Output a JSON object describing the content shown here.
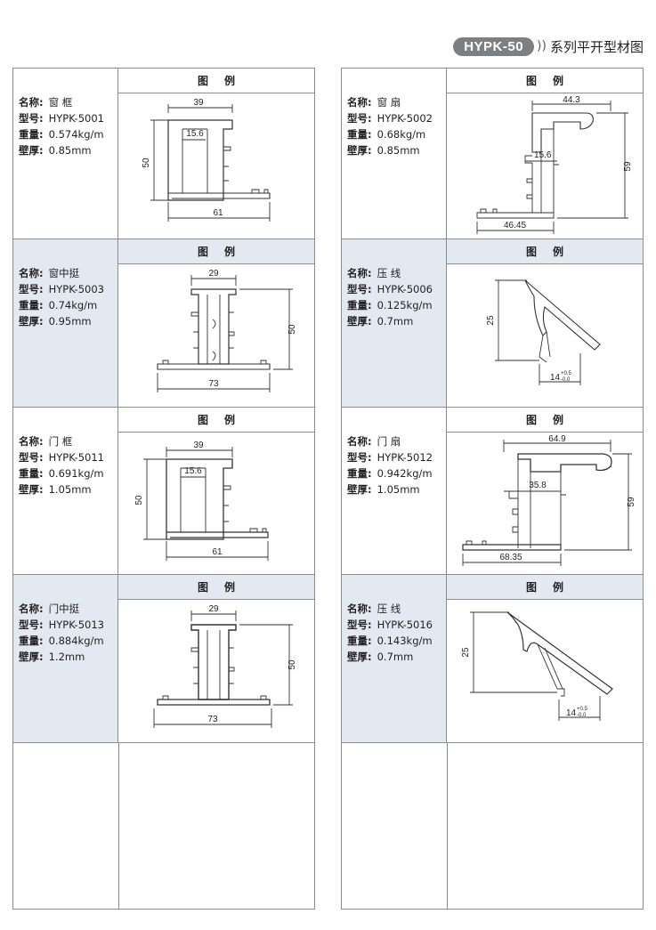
{
  "header": {
    "badge": "HYPK-50",
    "chevrons": "))",
    "title": "系列平开型材图"
  },
  "labels": {
    "name": "名称:",
    "model": "型号:",
    "weight": "重量:",
    "wall": "壁厚:",
    "legend": "图例"
  },
  "profiles": [
    {
      "name": "窗 框",
      "model": "HYPK-5001",
      "weight": "0.574kg/m",
      "wall": "0.85mm",
      "dims": {
        "top": "39",
        "inner": "15.6",
        "height": "50",
        "bottom": "61"
      }
    },
    {
      "name": "窗 扇",
      "model": "HYPK-5002",
      "weight": "0.68kg/m",
      "wall": "0.85mm",
      "dims": {
        "top": "44.3",
        "inner": "15.6",
        "height": "59",
        "bottom": "46.45"
      }
    },
    {
      "name": "窗中挺",
      "model": "HYPK-5003",
      "weight": "0.74kg/m",
      "wall": "0.95mm",
      "dims": {
        "top": "29",
        "height": "50",
        "bottom": "73"
      }
    },
    {
      "name": "压 线",
      "model": "HYPK-5006",
      "weight": "0.125kg/m",
      "wall": "0.7mm",
      "dims": {
        "height": "25",
        "bottom": "14",
        "tol_up": "+0.5",
        "tol_down": "-0.0"
      }
    },
    {
      "name": "门 框",
      "model": "HYPK-5011",
      "weight": "0.691kg/m",
      "wall": "1.05mm",
      "dims": {
        "top": "39",
        "inner": "15.6",
        "height": "50",
        "bottom": "61"
      }
    },
    {
      "name": "门 扇",
      "model": "HYPK-5012",
      "weight": "0.942kg/m",
      "wall": "1.05mm",
      "dims": {
        "top": "64.9",
        "inner": "35.8",
        "height": "59",
        "bottom": "68.35"
      }
    },
    {
      "name": "门中挺",
      "model": "HYPK-5013",
      "weight": "0.884kg/m",
      "wall": "1.2mm",
      "dims": {
        "top": "29",
        "height": "50",
        "bottom": "73"
      }
    },
    {
      "name": "压 线",
      "model": "HYPK-5016",
      "weight": "0.143kg/m",
      "wall": "0.7mm",
      "dims": {
        "height": "25",
        "bottom": "14",
        "tol_up": "+0.5",
        "tol_down": "-0.0"
      }
    }
  ]
}
